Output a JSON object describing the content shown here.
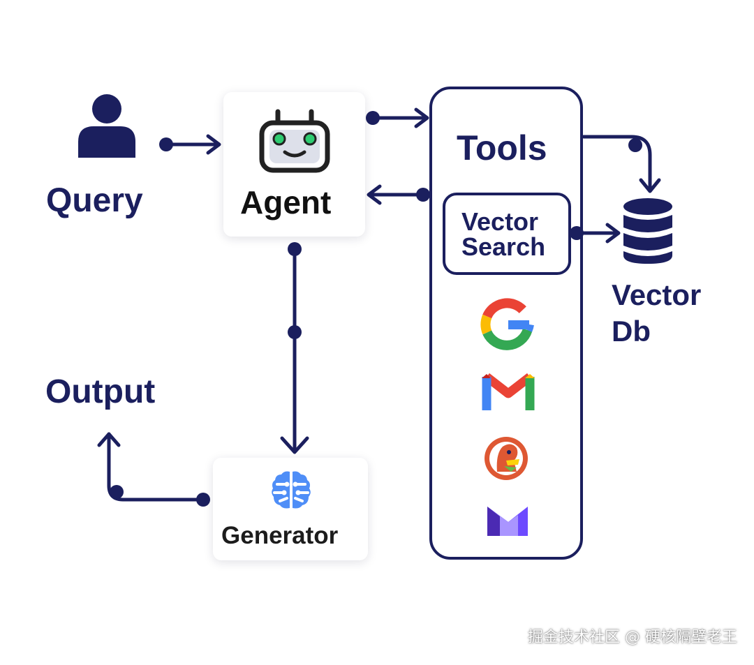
{
  "nodes": {
    "query": {
      "label": "Query",
      "icon": "user-icon"
    },
    "agent": {
      "label": "Agent",
      "icon": "robot-icon"
    },
    "tools": {
      "label": "Tools"
    },
    "vector_search": {
      "line1": "Vector",
      "line2": "Search"
    },
    "vector_db": {
      "line1": "Vector",
      "line2": "Db",
      "icon": "database-icon"
    },
    "generator": {
      "label": "Generator",
      "icon": "brain-icon"
    },
    "output": {
      "label": "Output"
    }
  },
  "tool_icons": [
    "google-icon",
    "gmail-icon",
    "duckduckgo-icon",
    "proton-mail-icon"
  ],
  "colors": {
    "navy": "#1b1f5e",
    "google_blue": "#4285F4",
    "google_red": "#EA4335",
    "google_yellow": "#FBBC05",
    "google_green": "#34A853",
    "duckduckgo_orange": "#DE5833",
    "proton_purple": "#6D4AFF",
    "robot_eye_green": "#2ecc71"
  },
  "watermark": "掘金技术社区 @ 硬核隔壁老王"
}
